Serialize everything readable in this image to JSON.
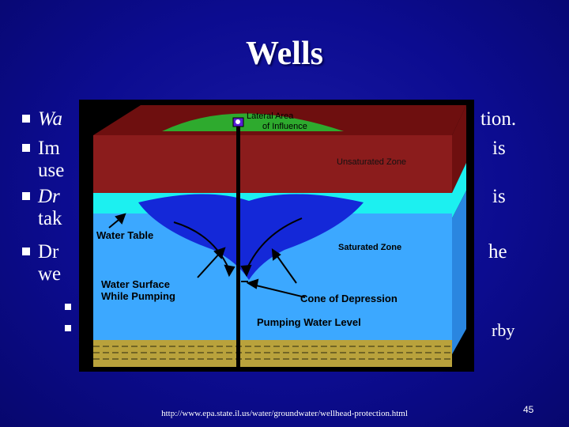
{
  "slide": {
    "title": "Wells",
    "bullets": [
      {
        "text": "Wa",
        "trail": "tion.",
        "italic": true
      },
      {
        "text": "Im",
        "trail": "is",
        "italic": false
      },
      {
        "text": "use",
        "trail": "",
        "italic": false
      },
      {
        "text": "Dr",
        "trail": "is",
        "italic": true
      },
      {
        "text": "tak",
        "trail": "",
        "italic": false
      },
      {
        "text": "Dr",
        "trail": "he",
        "italic": false
      },
      {
        "text": "we",
        "trail": "",
        "italic": false
      }
    ],
    "sub_bullets": [
      {
        "text": "",
        "trail": ""
      },
      {
        "text": "",
        "trail": "rby"
      }
    ],
    "source_url": "http://www.epa.state.il.us/water/groundwater/wellhead-protection.html",
    "page_number": "45"
  },
  "diagram": {
    "labels": {
      "lateral_area": [
        "Lateral Area",
        "of Influence"
      ],
      "unsaturated_zone": "Unsaturated Zone",
      "water_table": "Water Table",
      "saturated_zone": "Saturated Zone",
      "water_surface": [
        "Water Surface",
        "While Pumping"
      ],
      "cone_of_depression": "Cone of Depression",
      "pumping_water_level": "Pumping Water Level"
    },
    "colors": {
      "unsaturated": "#8b1c1c",
      "unsaturated_top": "#6e0f0f",
      "water_band": "#1cf0f0",
      "saturated": "#3ca8ff",
      "saturated_side": "#2a86e0",
      "cone": "#1428d8",
      "influence": "#2eaa2e",
      "bedrock": "#b9a23c"
    }
  }
}
